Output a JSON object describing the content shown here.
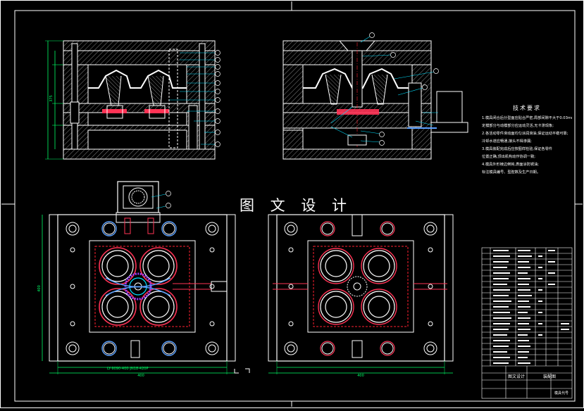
{
  "watermark": "图 文 设 计",
  "technical_requirements": {
    "title": "技术要求",
    "items": [
      "1.模具闭合后分型面应贴合严密,局部间隙不大于0.03mm;",
      "定模部分与动模部分应运动灵活,无卡滞现象;",
      "2.各活动零件滑动面均匀涂润滑油,保证运动平稳可靠;",
      "冷却水道应畅通,接头不得渗漏;",
      "3.模具装配完成后应按图样检验,保证各零件",
      "位置正确,顶出机构动作协调一致;",
      "4.模具外形棱边倒钝,表面涂防锈油;",
      "标注模具编号、型腔数及生产日期。"
    ]
  },
  "dimension_labels": {
    "bottom_left_note": "LY-9090-400-JN18-420P",
    "width_left": "400",
    "width_right": "400",
    "height_left": "400",
    "height_top": "375"
  },
  "title_block": {
    "drawing_name": "装配图",
    "designer": "图文设计",
    "part_code": "模具代号"
  },
  "colors": {
    "background": "#000000",
    "outline": "#ffffff",
    "hatch": "#d8d8d8",
    "cavity": "#ff3355",
    "dimension": "#00ff66",
    "runner": "#9b3cff",
    "cooling": "#5aa0ff",
    "leader": "#00e0ff",
    "hidden": "#ff2030"
  }
}
